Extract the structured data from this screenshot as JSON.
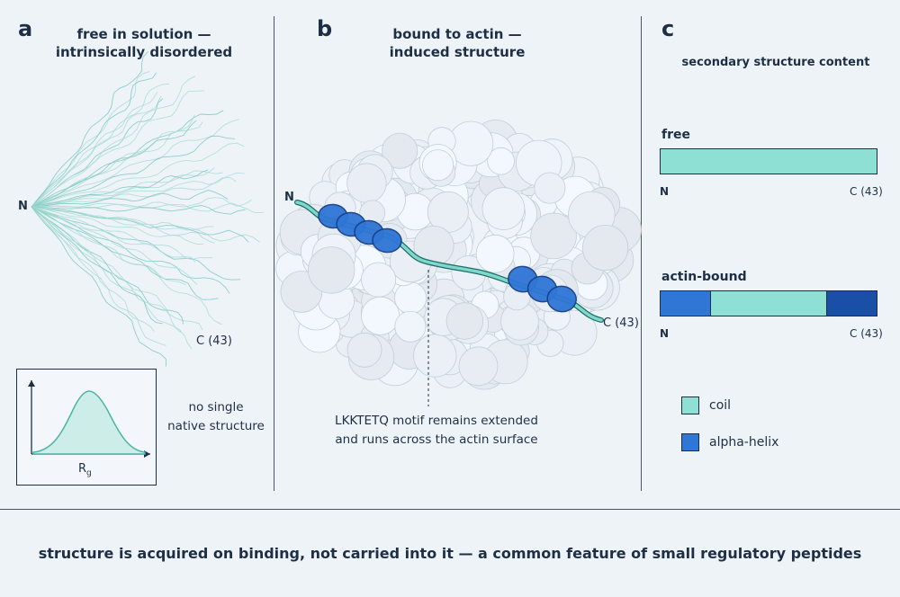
{
  "panel_a": {
    "letter": "a",
    "title_line1": "free in solution —",
    "title_line2": "intrinsically disordered",
    "n_label": "N",
    "c_label": "C (43)",
    "inset_xlabel": "R",
    "inset_xlabel_sub": "g",
    "note_line1": "no single",
    "note_line2": "native structure"
  },
  "panel_b": {
    "letter": "b",
    "title_line1": "bound to actin —",
    "title_line2": "induced structure",
    "n_label": "N",
    "c_label": "C (43)",
    "caption_line1": "LKKTETQ motif remains extended",
    "caption_line2": "and runs across the actin surface"
  },
  "panel_c": {
    "letter": "c",
    "title": "secondary structure content",
    "free_label": "free",
    "bound_label": "actin-bound",
    "n_label": "N",
    "c_label": "C (43)",
    "legend_coil": "coil",
    "legend_helix": "alpha-helix",
    "colors": {
      "coil": "#8ee0d4",
      "helix": "#2f76d6",
      "helix_dark": "#1a4fa8"
    },
    "free_segments": [
      {
        "type": "coil",
        "fraction": 1.0
      }
    ],
    "bound_segments": [
      {
        "type": "helix",
        "fraction": 0.23
      },
      {
        "type": "coil",
        "fraction": 0.54
      },
      {
        "type": "helix_dark",
        "fraction": 0.23
      }
    ]
  },
  "footer": {
    "text": "structure is acquired on binding, not carried into it — a common feature of small regulatory peptides"
  }
}
